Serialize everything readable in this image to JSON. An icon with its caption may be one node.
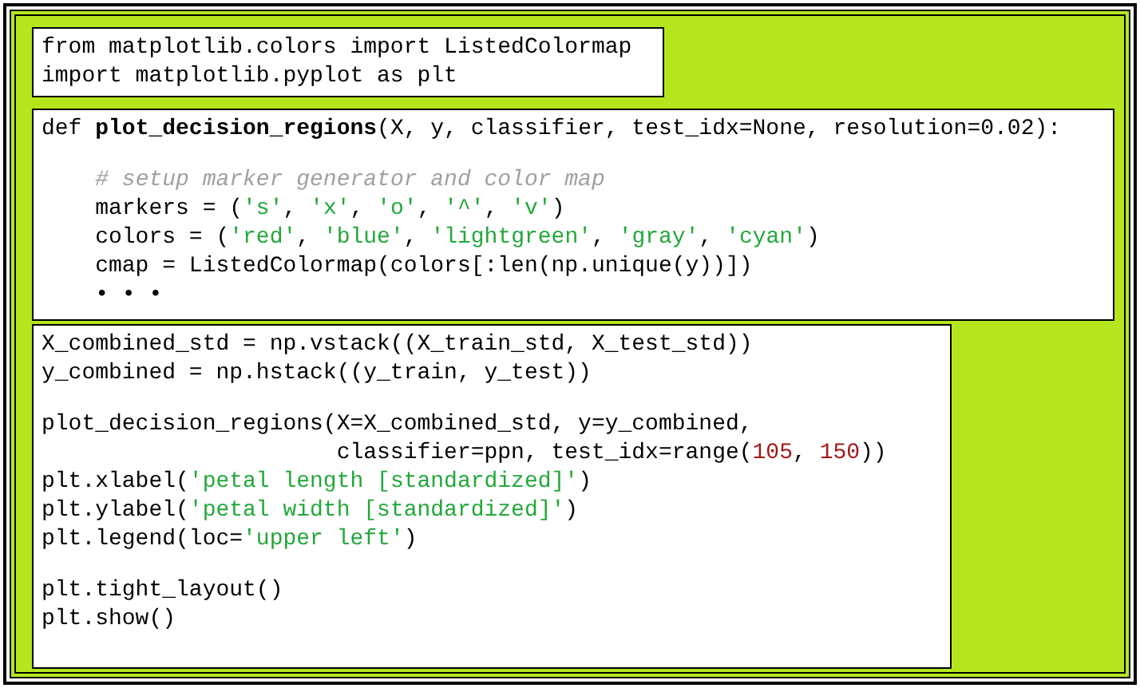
{
  "diagram": {
    "nodes": [
      {
        "text": [],
        "shape": "box"
      },
      {
        "text": [
          "from matplotlib.colors import ListedColormap",
          "import matplotlib.pyplot as plt"
        ],
        "in": 0
      },
      {
        "text": [
          "def **plot_decision_regions**(X, y, classifier, test_idx=None, resolution=0.02):",
          "    # setup marker generator and color map",
          "    markers = ('s', 'x', 'o', '^', 'v')",
          "    colors = ('red', 'blue', 'lightgreen', 'gray', 'cyan')",
          "    cmap = ListedColormap(colors[:len(np.unique(y))])",
          "    • • •"
        ],
        "in": 0
      },
      {
        "text": [
          "X_combined_std = np.vstack((X_train_std, X_test_std))",
          "y_combined = np.hstack((y_train, y_test))",
          "plot_decision_regions(X=X_combined_std, y=y_combined,",
          "                      classifier=ppn, test_idx=range(105, 150))",
          "plt.xlabel('petal length [standardized]')",
          "plt.ylabel('petal width [standardized]')",
          "plt.legend(loc='upper left')",
          "plt.tight_layout()",
          "plt.show()"
        ],
        "in": 0
      }
    ]
  }
}
